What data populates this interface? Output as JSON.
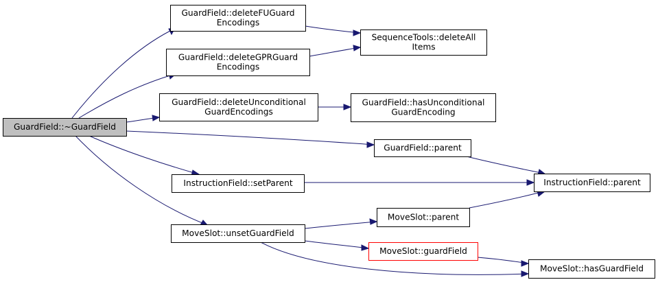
{
  "colors": {
    "edge": "#191970",
    "node_border": "#000000",
    "root_fill": "#bfbfbf",
    "node_fill": "#ffffff",
    "highlight_border": "#ff0000"
  },
  "nodes": {
    "root": {
      "lines": [
        "GuardField::~GuardField"
      ],
      "style": "root"
    },
    "deleteFU": {
      "lines": [
        "GuardField::deleteFUGuard",
        "Encodings"
      ],
      "style": "normal"
    },
    "deleteGPR": {
      "lines": [
        "GuardField::deleteGPRGuard",
        "Encodings"
      ],
      "style": "normal"
    },
    "deleteUncond": {
      "lines": [
        "GuardField::deleteUnconditional",
        "GuardEncodings"
      ],
      "style": "normal"
    },
    "seqDelete": {
      "lines": [
        "SequenceTools::deleteAll",
        "Items"
      ],
      "style": "normal"
    },
    "hasUncond": {
      "lines": [
        "GuardField::hasUnconditional",
        "GuardEncoding"
      ],
      "style": "normal"
    },
    "gfParent": {
      "lines": [
        "GuardField::parent"
      ],
      "style": "normal"
    },
    "setParent": {
      "lines": [
        "InstructionField::setParent"
      ],
      "style": "normal"
    },
    "ifParent": {
      "lines": [
        "InstructionField::parent"
      ],
      "style": "normal"
    },
    "unsetGuard": {
      "lines": [
        "MoveSlot::unsetGuardField"
      ],
      "style": "normal"
    },
    "msParent": {
      "lines": [
        "MoveSlot::parent"
      ],
      "style": "normal"
    },
    "msGuardField": {
      "lines": [
        "MoveSlot::guardField"
      ],
      "style": "highlight"
    },
    "msHasGuard": {
      "lines": [
        "MoveSlot::hasGuardField"
      ],
      "style": "normal"
    }
  },
  "edges": [
    {
      "from": "root",
      "to": "deleteFU"
    },
    {
      "from": "root",
      "to": "deleteGPR"
    },
    {
      "from": "root",
      "to": "deleteUncond"
    },
    {
      "from": "root",
      "to": "gfParent"
    },
    {
      "from": "root",
      "to": "setParent"
    },
    {
      "from": "root",
      "to": "unsetGuard"
    },
    {
      "from": "deleteFU",
      "to": "seqDelete"
    },
    {
      "from": "deleteGPR",
      "to": "seqDelete"
    },
    {
      "from": "deleteUncond",
      "to": "hasUncond"
    },
    {
      "from": "gfParent",
      "to": "ifParent"
    },
    {
      "from": "setParent",
      "to": "ifParent"
    },
    {
      "from": "unsetGuard",
      "to": "msParent"
    },
    {
      "from": "unsetGuard",
      "to": "msGuardField"
    },
    {
      "from": "unsetGuard",
      "to": "msHasGuard"
    },
    {
      "from": "msParent",
      "to": "ifParent"
    },
    {
      "from": "msGuardField",
      "to": "msHasGuard"
    }
  ]
}
